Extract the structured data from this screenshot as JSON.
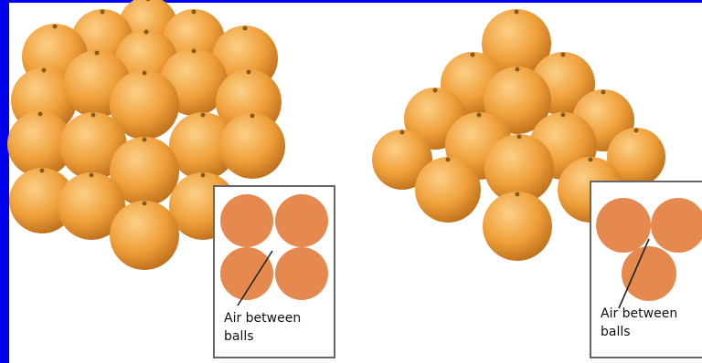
{
  "colors": {
    "frame": "#0000ee",
    "orange_light": "#fbd089",
    "orange_mid": "#f0a03a",
    "orange_dark": "#b86a18",
    "disc": "#e5894e",
    "inset_border": "#666666",
    "pointer": "#222222"
  },
  "scenes": [
    {
      "id": "cubic-stack",
      "arrangement": "cubic (square) packing",
      "inset": {
        "caption": "Air between\nballs",
        "layout": "2x2 square"
      }
    },
    {
      "id": "pyramid-stack",
      "arrangement": "pyramid (offset) packing",
      "inset": {
        "caption": "Air between\nballs",
        "layout": "triangle (3 discs)"
      }
    }
  ]
}
